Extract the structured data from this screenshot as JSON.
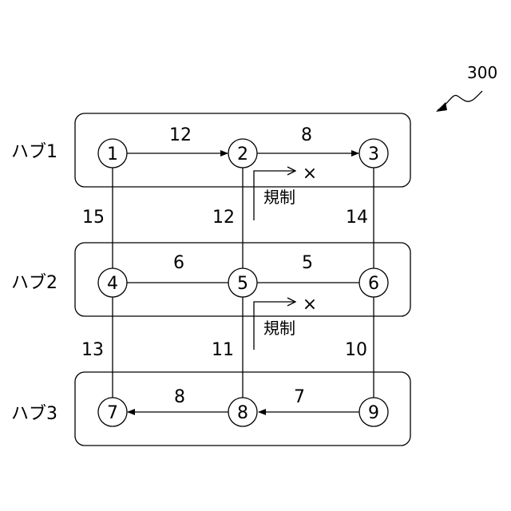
{
  "figure_ref": "300",
  "hubs": [
    {
      "id": "hub1",
      "label": "ハブ1"
    },
    {
      "id": "hub2",
      "label": "ハブ2"
    },
    {
      "id": "hub3",
      "label": "ハブ3"
    }
  ],
  "nodes": [
    {
      "id": "1",
      "label": "1"
    },
    {
      "id": "2",
      "label": "2"
    },
    {
      "id": "3",
      "label": "3"
    },
    {
      "id": "4",
      "label": "4"
    },
    {
      "id": "5",
      "label": "5"
    },
    {
      "id": "6",
      "label": "6"
    },
    {
      "id": "7",
      "label": "7"
    },
    {
      "id": "8",
      "label": "8"
    },
    {
      "id": "9",
      "label": "9"
    }
  ],
  "edges": [
    {
      "from": "1",
      "to": "2",
      "weight": "12",
      "directed": true
    },
    {
      "from": "2",
      "to": "3",
      "weight": "8",
      "directed": true
    },
    {
      "from": "4",
      "to": "5",
      "weight": "6",
      "directed": false
    },
    {
      "from": "5",
      "to": "6",
      "weight": "5",
      "directed": false
    },
    {
      "from": "8",
      "to": "7",
      "weight": "8",
      "directed": true
    },
    {
      "from": "9",
      "to": "8",
      "weight": "7",
      "directed": true
    },
    {
      "from": "1",
      "to": "4",
      "weight": "15",
      "directed": false
    },
    {
      "from": "2",
      "to": "5",
      "weight": "12",
      "directed": false
    },
    {
      "from": "3",
      "to": "6",
      "weight": "14",
      "directed": false
    },
    {
      "from": "4",
      "to": "7",
      "weight": "13",
      "directed": false
    },
    {
      "from": "5",
      "to": "8",
      "weight": "11",
      "directed": false
    },
    {
      "from": "6",
      "to": "9",
      "weight": "10",
      "directed": false
    }
  ],
  "restrictions": [
    {
      "label": "規制",
      "mark": "×"
    },
    {
      "label": "規制",
      "mark": "×"
    }
  ]
}
